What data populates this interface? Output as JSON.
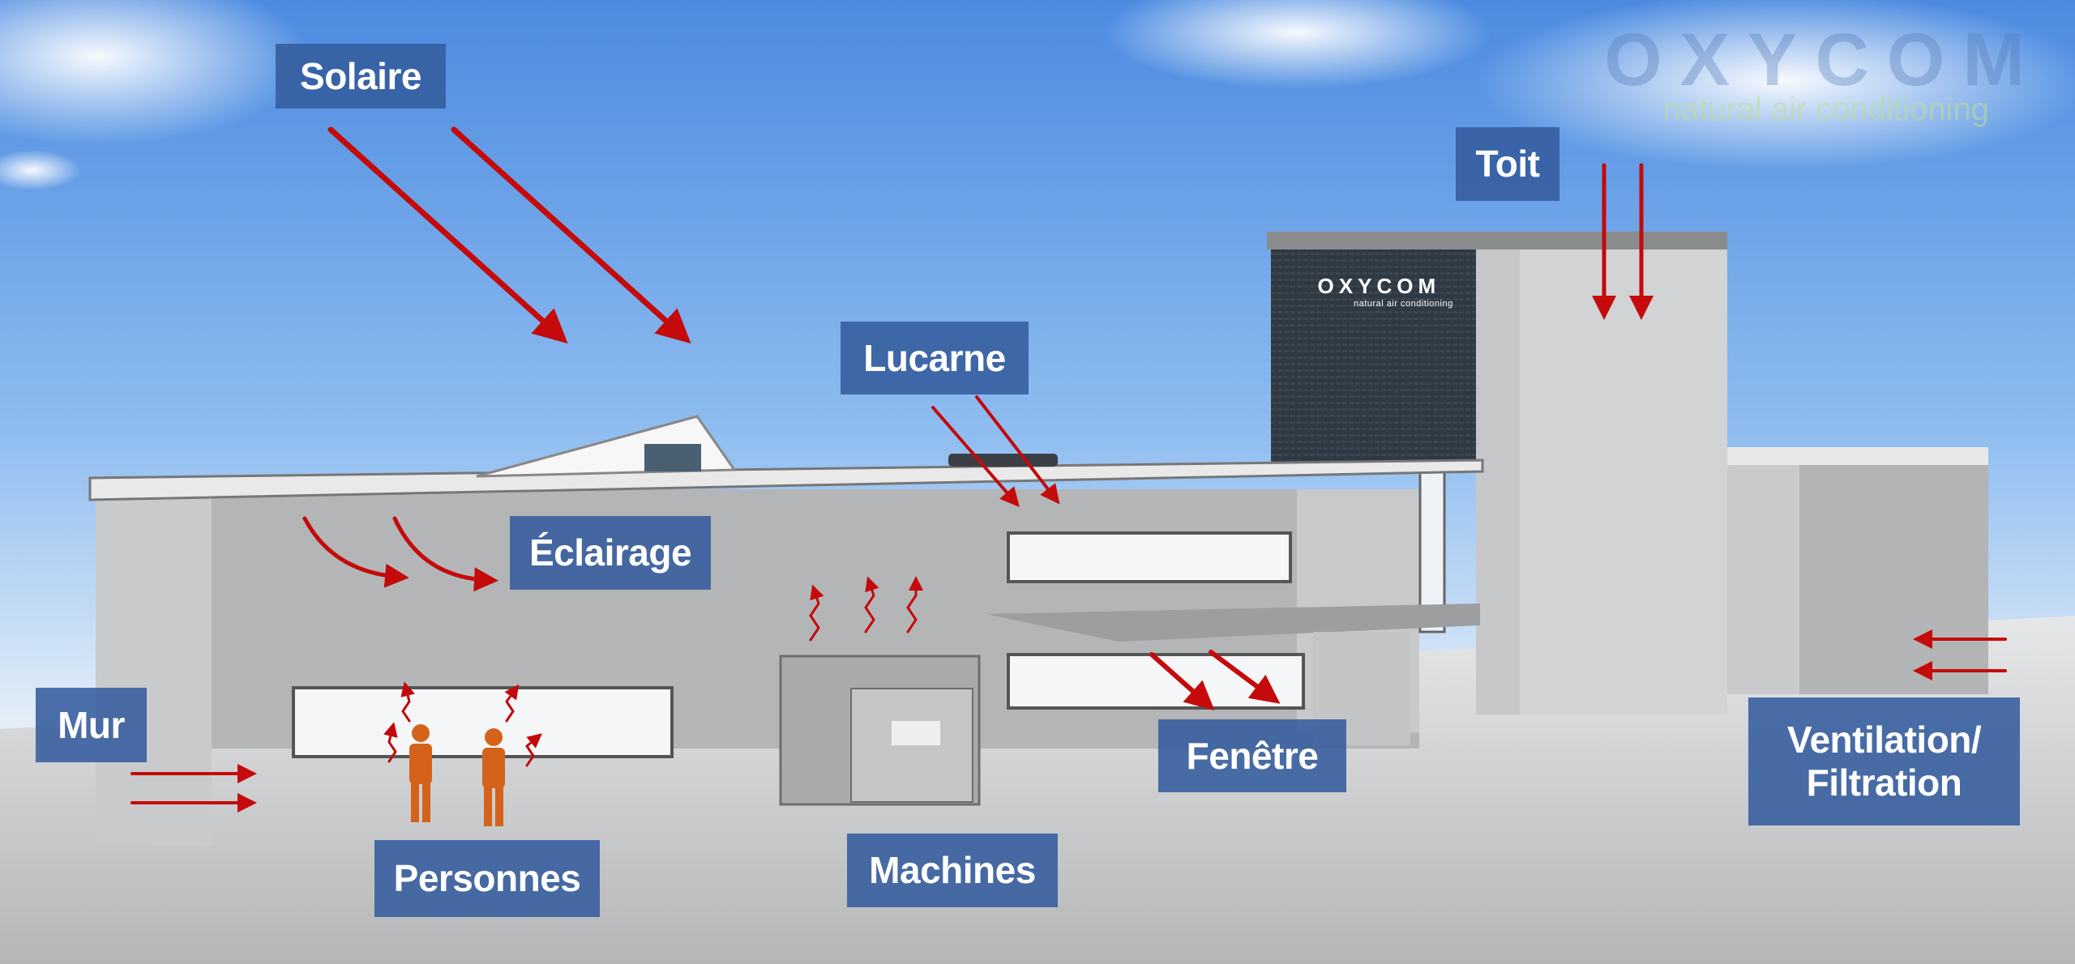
{
  "watermark": {
    "brand": "OXYCOM",
    "tagline": "natural air conditioning"
  },
  "tower_sign": {
    "brand": "OXYCOM",
    "tagline": "natural air conditioning"
  },
  "labels": {
    "solaire": "Solaire",
    "lucarne": "Lucarne",
    "toit": "Toit",
    "eclairage": "Éclairage",
    "mur": "Mur",
    "personnes": "Personnes",
    "machines": "Machines",
    "fenetre": "Fenêtre",
    "ventilation": "Ventilation/ Filtration"
  },
  "colors": {
    "arrow": "#c40a0a",
    "label_bg": "#345c9e",
    "sky_top": "#4b8ae0",
    "sky_bottom": "#eaf3fb"
  }
}
